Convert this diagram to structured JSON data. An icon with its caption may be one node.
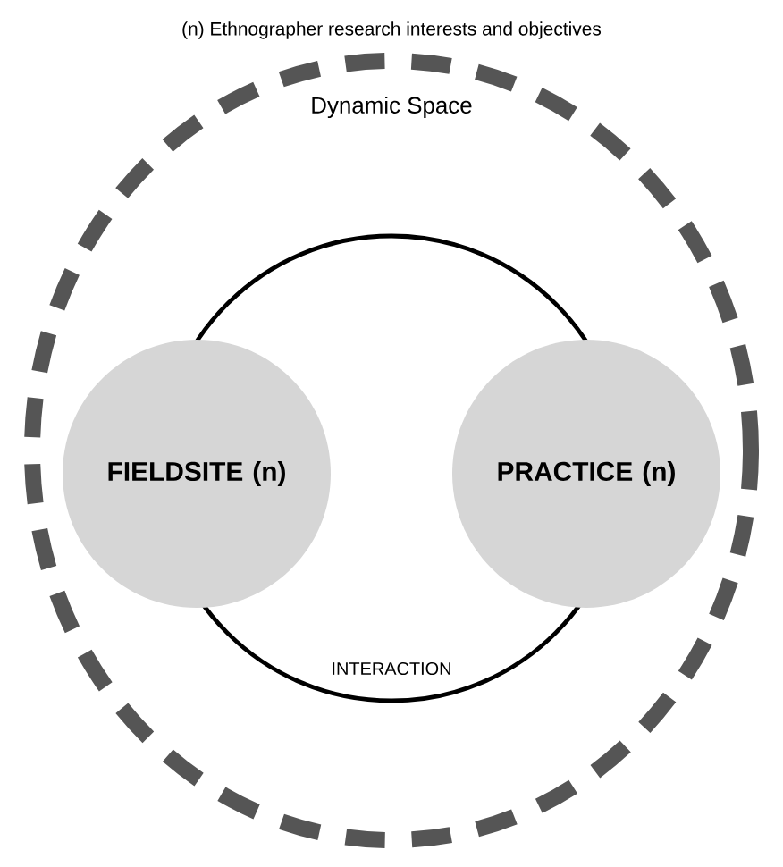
{
  "diagram": {
    "nodes": [
      {
        "text": [
          "(n) Ethnographer research interests and objectives",
          "Dynamic Space"
        ]
      },
      {
        "text": [
          "INTERACTION"
        ],
        "in": 0
      },
      {
        "text": [
          "FIELDSITE (n)"
        ],
        "in": 0
      },
      {
        "text": [
          "PRACTICE (n)"
        ],
        "in": 0
      }
    ]
  }
}
